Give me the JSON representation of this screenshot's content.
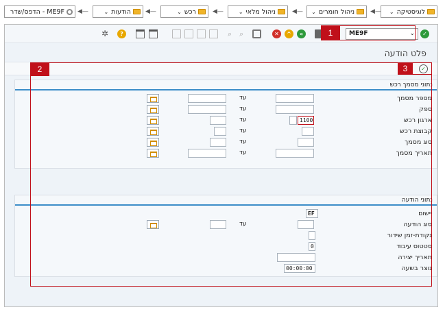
{
  "breadcrumb": [
    {
      "label": "לוגיסטיקה"
    },
    {
      "label": "ניהול חומרים"
    },
    {
      "label": "ניהול מלאי"
    },
    {
      "label": "רכש"
    },
    {
      "label": "הודעות"
    }
  ],
  "breadcrumb_current": "ME9F - הדפס/שדר",
  "command_field": {
    "value": "ME9F"
  },
  "title": "פלט הודעה",
  "group1": {
    "title": "נתוני מסמך רכש",
    "to_label": "עד",
    "fields": [
      {
        "label": "מספר מסמך",
        "value": ""
      },
      {
        "label": "ספק",
        "value": ""
      },
      {
        "label": "ארגון רכש",
        "value": "1100"
      },
      {
        "label": "קבוצת רכש",
        "value": ""
      },
      {
        "label": "סוג מסמך",
        "value": ""
      },
      {
        "label": "תאריך מסמך",
        "value": ""
      }
    ]
  },
  "group2": {
    "title": "נתוני הודעה",
    "to_label": "עד",
    "fields": [
      {
        "label": "יישום",
        "value": "EF"
      },
      {
        "label": "סוג הודעה",
        "value": ""
      },
      {
        "label": "נקודת-זמן שידור",
        "value": ""
      },
      {
        "label": "סטטוס עיבוד",
        "value": "0"
      },
      {
        "label": "תאריך יצירה",
        "value": ""
      },
      {
        "label": "נוצר בשעה",
        "value": "00:00:00"
      }
    ]
  },
  "annotations": [
    "1",
    "2",
    "3"
  ],
  "colors": {
    "annotation": "#c0101a",
    "accent": "#3c8dc8"
  }
}
